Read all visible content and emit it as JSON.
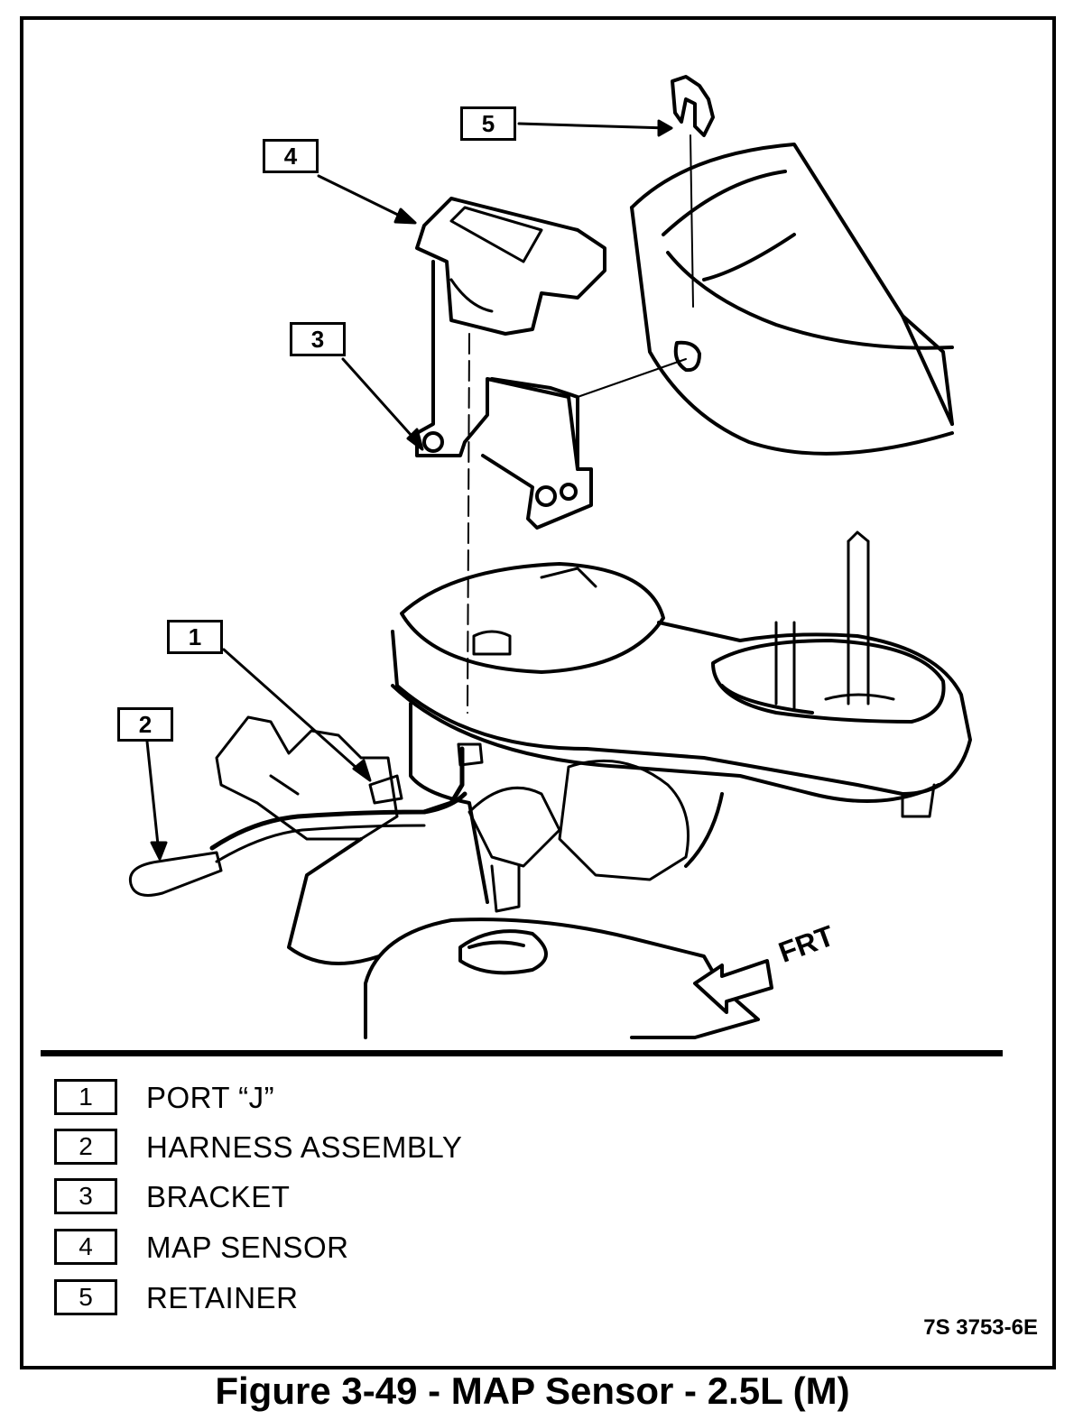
{
  "figure": {
    "caption": "Figure 3-49 - MAP Sensor - 2.5L (M)",
    "code": "7S 3753-6E",
    "direction_label": "FRT"
  },
  "callouts": [
    "1",
    "2",
    "3",
    "4",
    "5"
  ],
  "legend": [
    {
      "num": "1",
      "label": "PORT “J”"
    },
    {
      "num": "2",
      "label": "HARNESS ASSEMBLY"
    },
    {
      "num": "3",
      "label": "BRACKET"
    },
    {
      "num": "4",
      "label": "MAP SENSOR"
    },
    {
      "num": "5",
      "label": "RETAINER"
    }
  ]
}
